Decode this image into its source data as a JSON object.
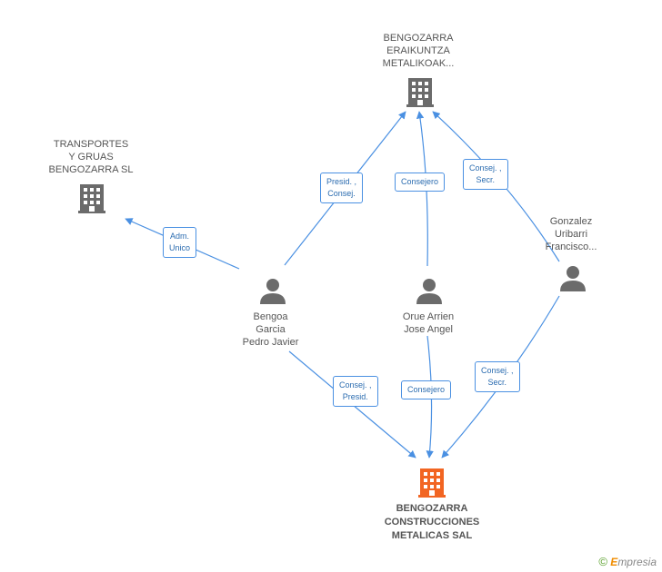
{
  "nodes": {
    "eraikuntza": {
      "lines": [
        "BENGOZARRA",
        "ERAIKUNTZA",
        "METALIKOAK..."
      ],
      "icon": "building-icon"
    },
    "transportes": {
      "lines": [
        "TRANSPORTES",
        "Y GRUAS",
        "BENGOZARRA SL"
      ],
      "icon": "building-icon"
    },
    "gonzalez": {
      "lines": [
        "Gonzalez",
        "Uribarri",
        "Francisco..."
      ],
      "icon": "person-icon"
    },
    "bengoa": {
      "lines": [
        "Bengoa",
        "Garcia",
        "Pedro Javier"
      ],
      "icon": "person-icon"
    },
    "orue": {
      "lines": [
        "Orue Arrien",
        "Jose Angel"
      ],
      "icon": "person-icon"
    },
    "main": {
      "lines": [
        "BENGOZARRA",
        "CONSTRUCCIONES",
        "METALICAS SAL"
      ],
      "icon": "building-icon",
      "color": "#f26522"
    }
  },
  "roles": {
    "bengoa_transportes": [
      "Adm.",
      "Unico"
    ],
    "bengoa_eraikuntza": [
      "Presid. ,",
      "Consej."
    ],
    "orue_eraikuntza": [
      "Consejero"
    ],
    "gonzalez_eraikuntza": [
      "Consej. ,",
      "Secr."
    ],
    "bengoa_main": [
      "Consej. ,",
      "Presid."
    ],
    "orue_main": [
      "Consejero"
    ],
    "gonzalez_main": [
      "Consej. ,",
      "Secr."
    ]
  },
  "colors": {
    "edge": "#4a90e2",
    "icon": "#6b6b6b",
    "main": "#f26522"
  },
  "brand": {
    "copyright": "©",
    "text": "mpresia",
    "initial": "E"
  }
}
